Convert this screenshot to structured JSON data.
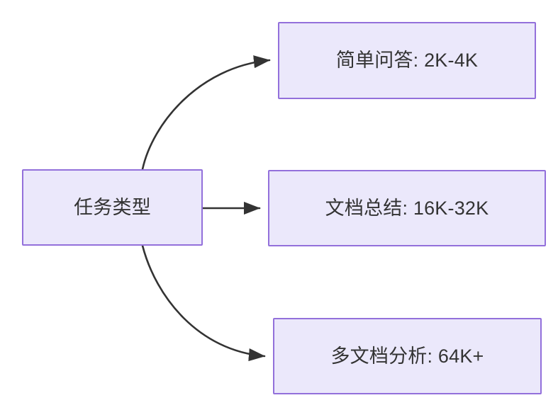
{
  "diagram": {
    "type": "flowchart",
    "direction": "left-to-right",
    "background_color": "#ffffff",
    "node_fill_color": "#ebe8fb",
    "node_border_color": "#9370db",
    "node_text_color": "#333333",
    "edge_color": "#333333",
    "nodes": [
      {
        "id": "root",
        "label": "任务类型",
        "role": "source"
      },
      {
        "id": "simple-qa",
        "label": "简单问答: 2K-4K",
        "role": "target"
      },
      {
        "id": "doc-summary",
        "label": "文档总结: 16K-32K",
        "role": "target"
      },
      {
        "id": "multi-doc",
        "label": "多文档分析: 64K+",
        "role": "target"
      }
    ],
    "edges": [
      {
        "id": "edge-root-simple-qa",
        "from": "root",
        "to": "simple-qa",
        "style": "curved",
        "arrowhead": "filled-triangle"
      },
      {
        "id": "edge-root-doc-summary",
        "from": "root",
        "to": "doc-summary",
        "style": "straight",
        "arrowhead": "filled-triangle"
      },
      {
        "id": "edge-root-multi-doc",
        "from": "root",
        "to": "multi-doc",
        "style": "curved",
        "arrowhead": "filled-triangle"
      }
    ]
  }
}
